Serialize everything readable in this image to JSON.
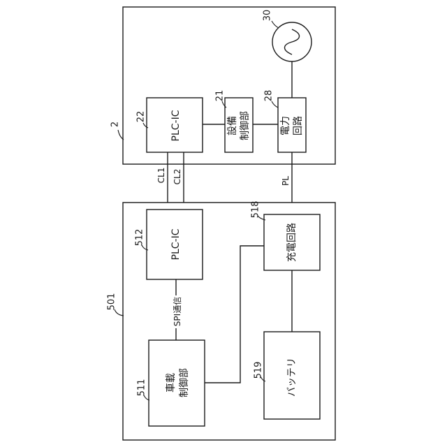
{
  "facility": {
    "ref": "2",
    "plc_ic": {
      "ref": "22",
      "label": "PLC-IC"
    },
    "equipment_controller": {
      "ref": "21",
      "line1": "設備",
      "line2": "制御部"
    },
    "power_circuit": {
      "ref": "28",
      "line1": "電力",
      "line2": "回路"
    },
    "ac_source": {
      "ref": "30"
    }
  },
  "connections": {
    "cl1": "CL1",
    "cl2": "CL2",
    "pl": "PL"
  },
  "vehicle": {
    "ref": "501",
    "plc_ic": {
      "ref": "512",
      "label": "PLC-IC"
    },
    "spi_label": "SPI通信",
    "vehicle_controller": {
      "ref": "511",
      "line1": "車載",
      "line2": "制御部"
    },
    "charging_circuit": {
      "ref": "518",
      "label": "充電回路"
    },
    "battery": {
      "ref": "519",
      "label": "バッテリ"
    }
  }
}
